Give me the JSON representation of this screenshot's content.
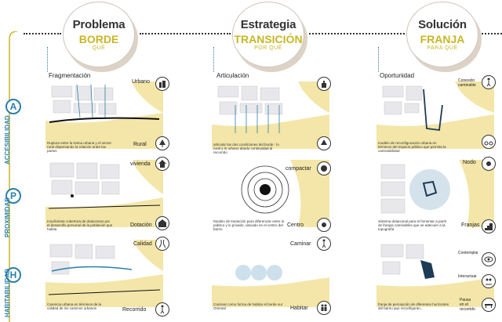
{
  "columns": [
    {
      "title": "Problema",
      "sub": "BORDE",
      "q": "QUÉ"
    },
    {
      "title": "Estrategia",
      "sub": "TRANSICIÓN",
      "q": "POR QUÉ"
    },
    {
      "title": "Solución",
      "sub": "FRANJA",
      "q": "PARA QUÉ"
    }
  ],
  "rows": [
    {
      "letter": "A",
      "label": "ACCESIBILIDAD"
    },
    {
      "letter": "P",
      "label": "PROXIMIDAD"
    },
    {
      "letter": "H",
      "label": "HABITABILIDAD"
    }
  ],
  "subheads": [
    "Fragmentación",
    "Articulación",
    "Oportunidad"
  ],
  "labels": {
    "urbano": "Urbano",
    "rural": "Rural",
    "vivienda": "vivienda",
    "dotacion": "Dotación",
    "calidad": "Calidad",
    "recorrido": "Recorrido",
    "compactar": "compactar",
    "centro": "Centro",
    "caminar": "Caminar",
    "habitar": "Habitar",
    "conexion": "Conexión\ncaminable",
    "nodo": "Nodo",
    "franjas": "Franjas",
    "contemplar": "Contemplar",
    "interactuar": "Interactuar",
    "pausa": "Pausa\nen el\nrecorrido"
  },
  "descriptions": {
    "a1": "Ruptura entre la trama urbana y el sector rural dispersando la relación entre las partes",
    "p1": "Insuficiente cobertura de dotaciones por el desarrollo personal de la población que habita",
    "h1": "Carencia urbana en términos de la calidad de los caminos urbanos",
    "a2": "articular las dos condiciones del borde : lo rural y lo urbano dando continuidad al recorrido",
    "p2": "Modelo de transición para diferenciar entre lo público y lo privado, ubicado en el centro del barrio",
    "h2": "Caminar como forma de habitar el borde sur Oriental",
    "a3": "modelo de reconfiguración urbana en términos del espacio público que permita la caminabilidad",
    "p3": "Sistema dotacional para el fomentar a partir de franjas caminables que se adecuen a la topografía",
    "h3": "franja de percepción de diferentes horizontes del barrio que reconfiguran..."
  },
  "colors": {
    "accent": "#2a7fa8",
    "gold": "#c8b626",
    "sand": "#f3e6a8",
    "block": "#e8e8ec"
  }
}
